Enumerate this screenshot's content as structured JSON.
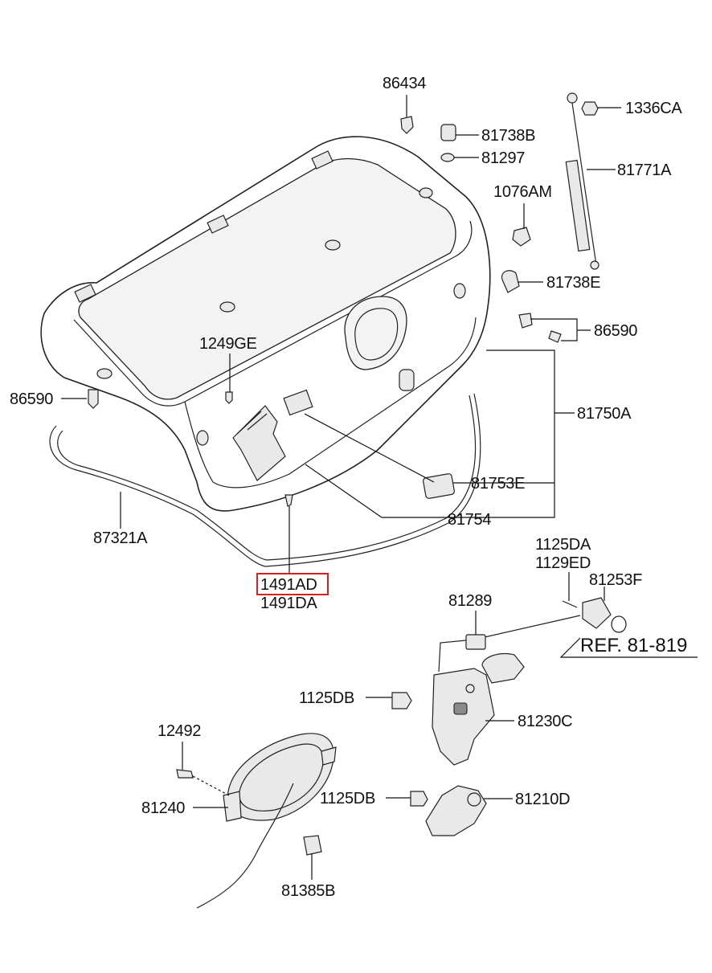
{
  "labels": {
    "p86434": "86434",
    "p81738b": "81738B",
    "p81297": "81297",
    "p1336ca": "1336CA",
    "p81771a": "81771A",
    "p1076am": "1076AM",
    "p81738e": "81738E",
    "p86590_right": "86590",
    "p1249ge": "1249GE",
    "p86590_left": "86590",
    "p81750a": "81750A",
    "p81753e": "81753E",
    "p81754": "81754",
    "p87321a": "87321A",
    "p1491ad": "1491AD",
    "p1491da": "1491DA",
    "p1125da": "1125DA",
    "p1129ed": "1129ED",
    "p81253f": "81253F",
    "p81289": "81289",
    "ref": "REF. 81-819",
    "p1125db_upper": "1125DB",
    "p81230c": "81230C",
    "p12492": "12492",
    "p81240": "81240",
    "p1125db_lower": "1125DB",
    "p81210d": "81210D",
    "p81385b": "81385B"
  },
  "highlight": {
    "part": "1491AD",
    "color": "#d42020"
  }
}
